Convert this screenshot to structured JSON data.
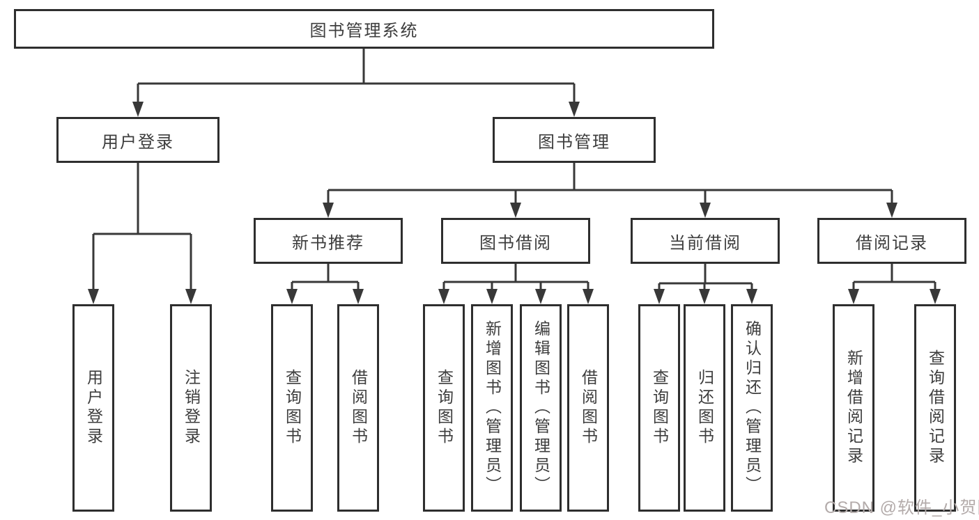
{
  "diagram": {
    "root": {
      "label": "图书管理系统"
    },
    "level2": [
      {
        "label": "用户登录"
      },
      {
        "label": "图书管理"
      }
    ],
    "level3": [
      {
        "label": "新书推荐"
      },
      {
        "label": "图书借阅"
      },
      {
        "label": "当前借阅"
      },
      {
        "label": "借阅记录"
      }
    ],
    "leaves": {
      "user": [
        "用户登录",
        "注销登录"
      ],
      "recommend": [
        "查询图书",
        "借阅图书"
      ],
      "borrow": [
        "查询图书",
        "新增图书（管理员）",
        "编辑图书（管理员）",
        "借阅图书"
      ],
      "current": [
        "查询图书",
        "归还图书",
        "确认归还（管理员）"
      ],
      "records": [
        "新增借阅记录",
        "查询借阅记录"
      ]
    }
  },
  "watermark": {
    "text": "CSDN @软件_小贺同学"
  },
  "colors": {
    "line": "#383838",
    "box_border": "#2e2e2e",
    "text": "#3d3d3d",
    "watermark": "#b3abaa",
    "background": "#ffffff"
  }
}
